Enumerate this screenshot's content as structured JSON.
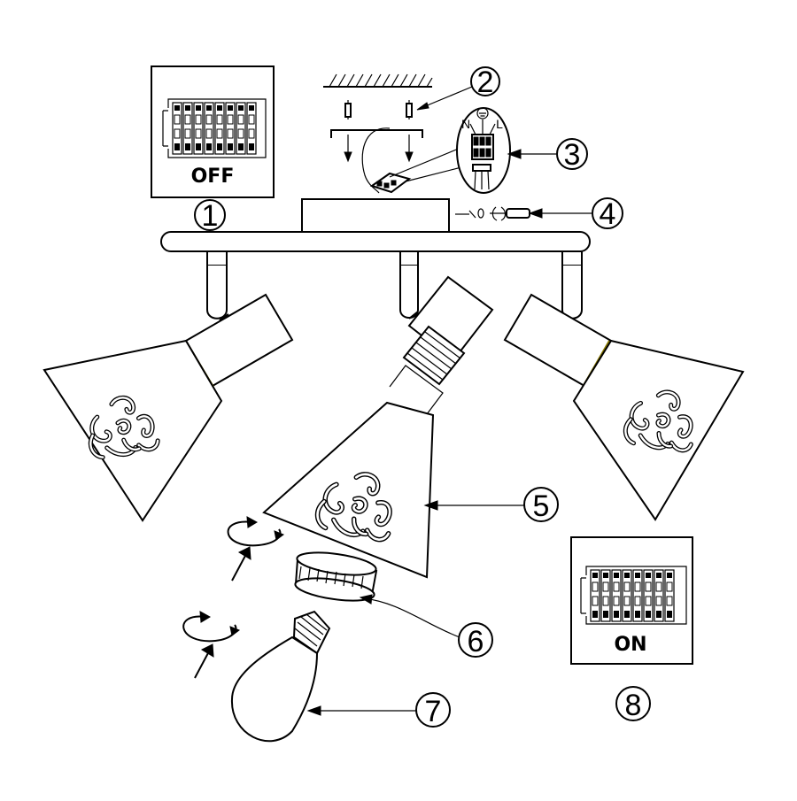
{
  "steps": [
    {
      "number": "1"
    },
    {
      "number": "2"
    },
    {
      "number": "3"
    },
    {
      "number": "4"
    },
    {
      "number": "5"
    },
    {
      "number": "6"
    },
    {
      "number": "7"
    },
    {
      "number": "8"
    }
  ],
  "breaker_panels": {
    "off_label": "OFF",
    "on_label": "ON"
  },
  "terminal_labels": {
    "neutral": "N",
    "live": "L"
  }
}
